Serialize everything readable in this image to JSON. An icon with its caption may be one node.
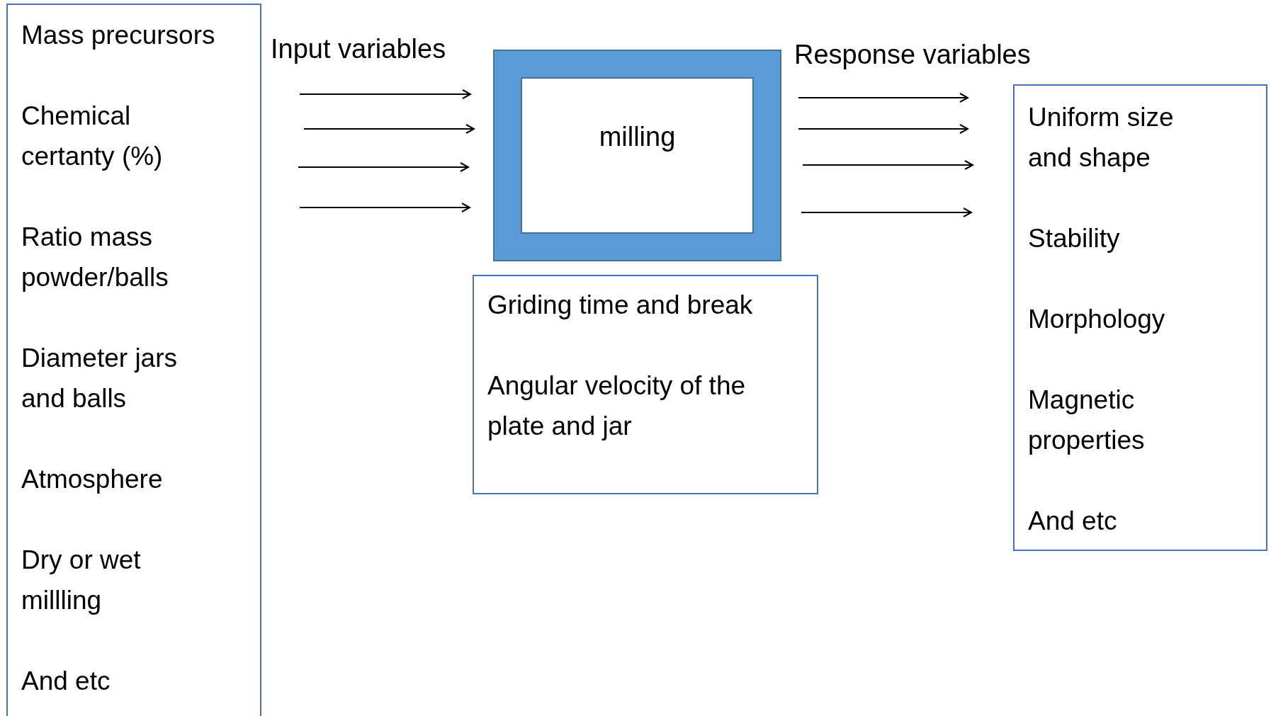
{
  "diagram": {
    "nodes": [
      {
        "text": [
          "Mass precursors",
          "Chemical certanty (%)",
          "Ratio mass powder/balls",
          "Diameter jars and balls",
          "Atmosphere",
          "Dry or wet millling",
          "And etc"
        ]
      },
      {
        "text": [
          "milling"
        ]
      },
      {
        "text": [
          "Griding time and break",
          "Angular velocity of the plate and jar"
        ]
      },
      {
        "text": [
          "Uniform size and shape",
          "Stability",
          "Morphology",
          "Magnetic properties",
          "And etc"
        ]
      }
    ],
    "edges": [
      {
        "from": 0,
        "to": 1,
        "arrow": "to"
      },
      {
        "from": 0,
        "to": 1,
        "arrow": "to"
      },
      {
        "from": 0,
        "to": 1,
        "arrow": "to"
      },
      {
        "from": 0,
        "to": 1,
        "arrow": "to"
      },
      {
        "from": 1,
        "to": 3,
        "arrow": "to"
      },
      {
        "from": 1,
        "to": 3,
        "arrow": "to"
      },
      {
        "from": 1,
        "to": 3,
        "arrow": "to"
      },
      {
        "from": 1,
        "to": 3,
        "arrow": "to"
      }
    ],
    "labels": [
      "Input variables",
      "Response variables"
    ]
  }
}
